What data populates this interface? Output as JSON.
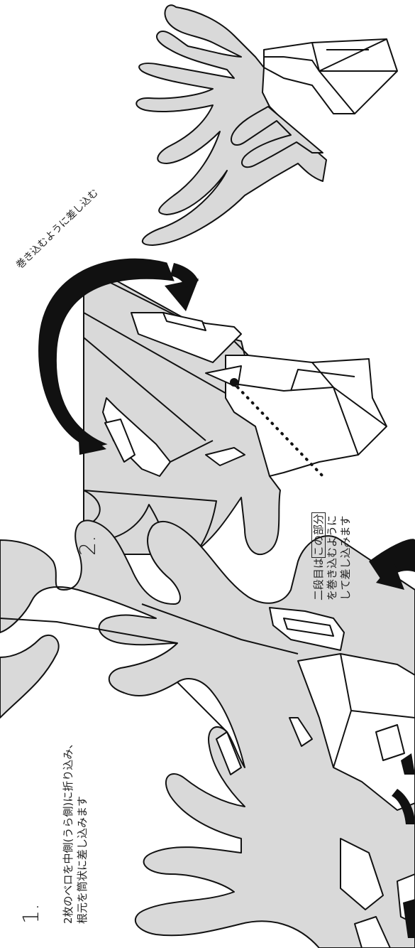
{
  "step1": {
    "number": "1.",
    "instruction_line1": "2枚のベロを中側(うら側)に折り込み、",
    "instruction_line2": "根元を筒状に差し込みます"
  },
  "step2": {
    "number": "2.",
    "curved_label": "巻き込むように差し込む",
    "note_line1_a": "二段目は",
    "note_line1_b": "この部分",
    "note_line2": "を巻き込むように",
    "note_line3": "して差し込みます"
  },
  "colors": {
    "fill": "#d9d9d9",
    "stroke": "#111111",
    "text": "#222222"
  }
}
